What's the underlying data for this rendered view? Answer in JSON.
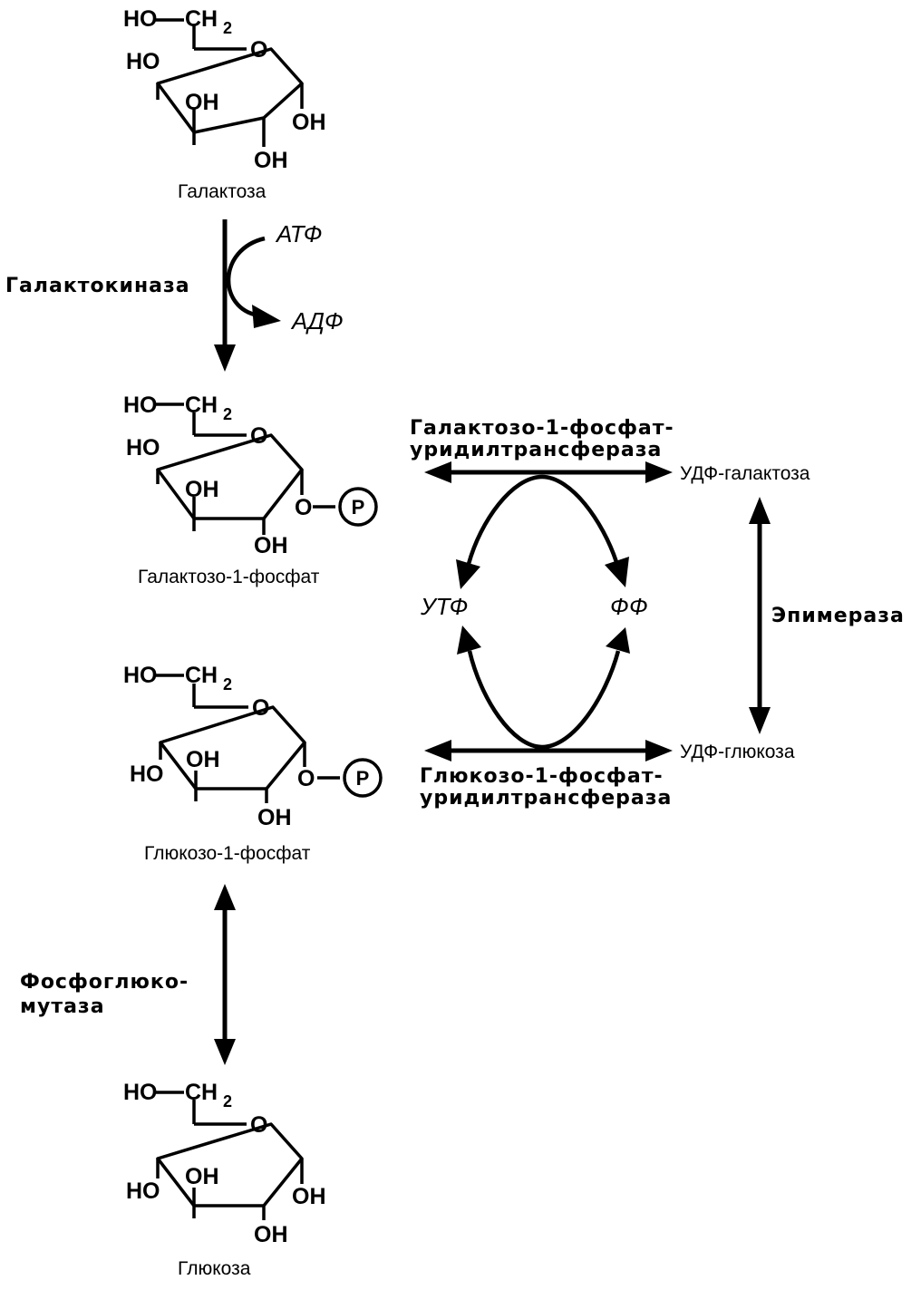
{
  "molecules": {
    "galactose": {
      "name": "Галактоза"
    },
    "galactose_1_phosphate": {
      "name": "Галактозо-1-фосфат"
    },
    "glucose_1_phosphate": {
      "name": "Глюкозо-1-фосфат"
    },
    "glucose": {
      "name": "Глюкоза"
    }
  },
  "atoms": {
    "ho_ch": "HO",
    "ch": "CH",
    "sub2": "2",
    "o": "O",
    "ho": "HO",
    "oh": "OH",
    "phosphate": "P"
  },
  "enzymes": {
    "galactokinase": "Галактокиназа",
    "gal_transferase_line1": "Галактозо-1-фосфат-",
    "gal_transferase_line2": "уридилтрансфераза",
    "glc_transferase_line1": "Глюкозо-1-фосфат-",
    "glc_transferase_line2": "уридилтрансфераза",
    "epimerase": "Эпимераза",
    "phosphoglucomutase_line1": "Фосфоглюко-",
    "phosphoglucomutase_line2": "мутаза"
  },
  "cofactors": {
    "atp": "АТФ",
    "adp": "АДФ",
    "utp": "УТФ",
    "ppi": "ФФ"
  },
  "nucleotide_sugars": {
    "udp_galactose": "УДФ-галактоза",
    "udp_glucose": "УДФ-глюкоза"
  }
}
